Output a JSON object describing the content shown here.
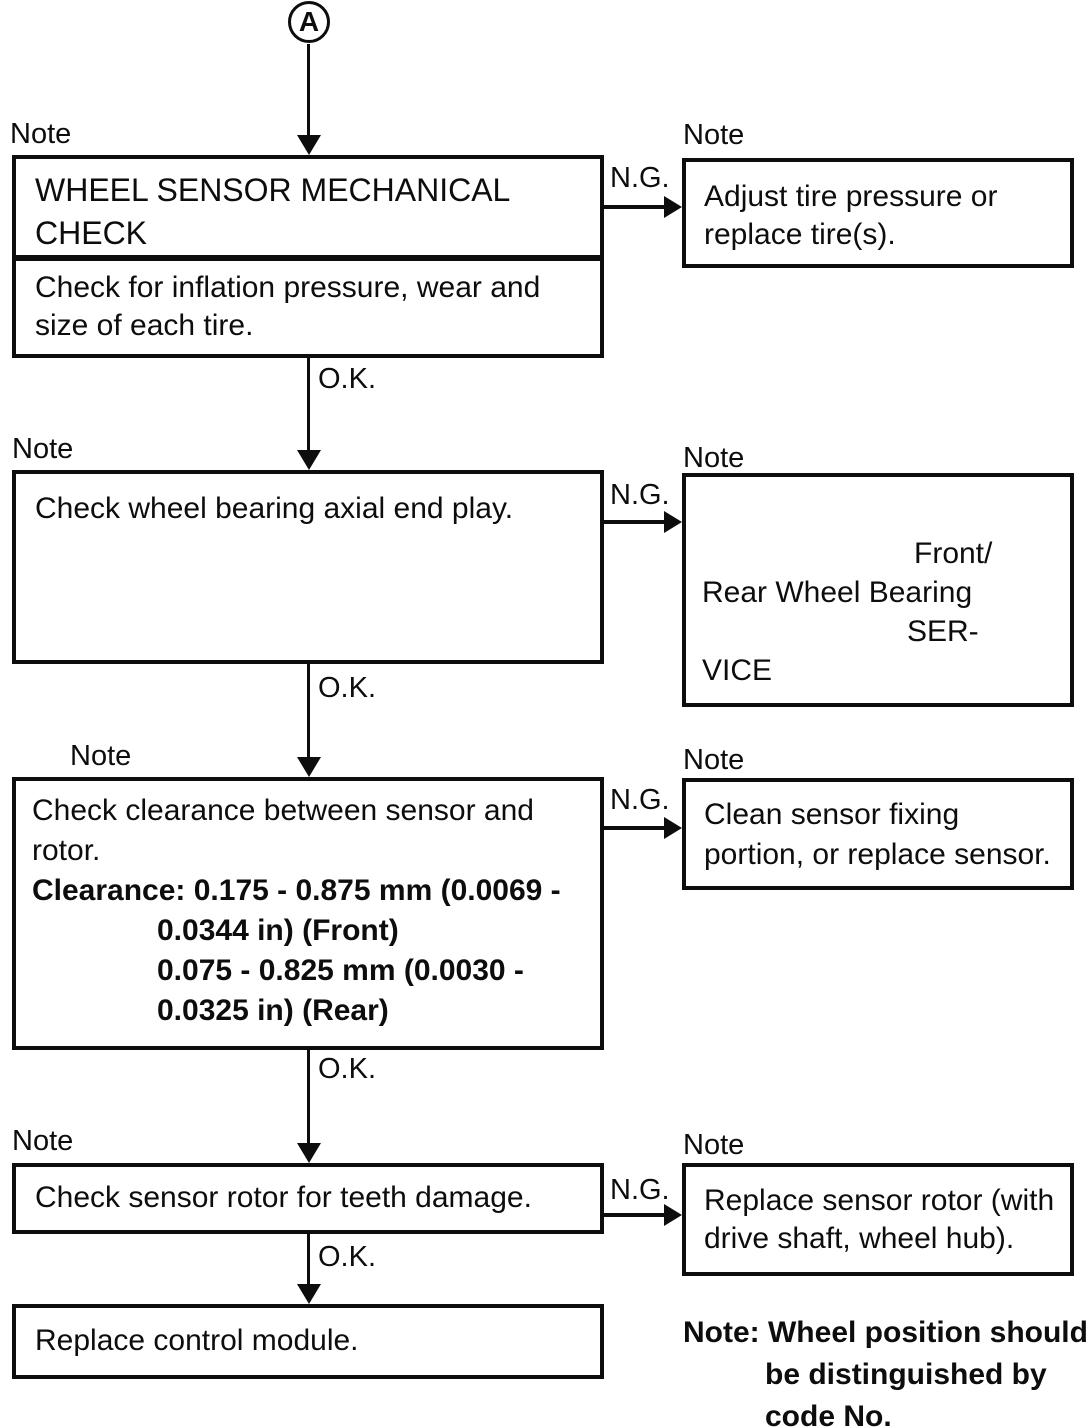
{
  "labels": {
    "start": "A",
    "note": "Note",
    "ok": "O.K.",
    "ng": "N.G."
  },
  "steps": [
    {
      "title_lines": [
        "WHEEL SENSOR MECHANICAL",
        "CHECK"
      ],
      "body_lines": [
        "Check for inflation pressure, wear and",
        "size of each tire."
      ]
    },
    {
      "body_lines": [
        "Check wheel bearing axial end play."
      ]
    },
    {
      "body_lines": [
        "Check clearance between sensor and",
        "rotor."
      ],
      "spec_lines": [
        "Clearance: 0.175 - 0.875 mm (0.0069 -",
        "0.0344 in) (Front)",
        "0.075 - 0.825 mm (0.0030 -",
        "0.0325 in) (Rear)"
      ]
    },
    {
      "body_lines": [
        "Check sensor rotor for teeth damage."
      ]
    },
    {
      "body_lines": [
        "Replace control module."
      ]
    }
  ],
  "actions": [
    {
      "lines": [
        "Adjust tire pressure or",
        "replace tire(s)."
      ]
    },
    {
      "lines": [
        "Front/",
        "Rear Wheel Bearing",
        "SER-",
        "VICE"
      ]
    },
    {
      "lines": [
        "Clean sensor fixing",
        "portion, or replace sensor."
      ]
    },
    {
      "lines": [
        "Replace sensor rotor (with",
        "drive shaft, wheel hub)."
      ]
    }
  ],
  "footnote_lines": [
    "Note: Wheel position should",
    "be distinguished by",
    "code No."
  ]
}
